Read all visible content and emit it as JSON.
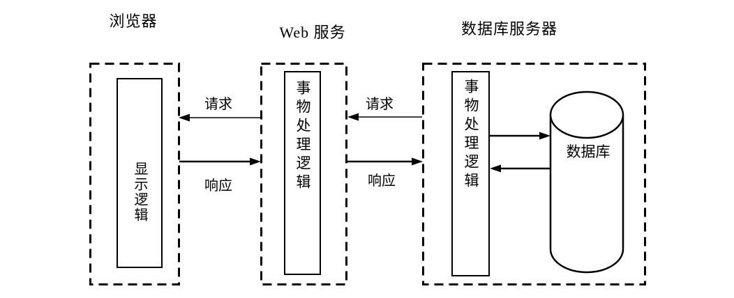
{
  "diagram": {
    "background": "#ffffff",
    "line_color": "#000000",
    "tiers": [
      {
        "title": "浏览器",
        "box_label": "显示逻辑"
      },
      {
        "title": "Web 服务",
        "box_label": "事物处理逻辑"
      },
      {
        "title": "数据库服务器",
        "box_label": "事物处理逻辑",
        "database_label": "数据库"
      }
    ],
    "arrows": [
      {
        "label": "请求",
        "from": "Web 服务",
        "to": "浏览器"
      },
      {
        "label": "响应",
        "from": "浏览器",
        "to": "Web 服务"
      },
      {
        "label": "请求",
        "from": "数据库服务器",
        "to": "Web 服务"
      },
      {
        "label": "响应",
        "from": "Web 服务",
        "to": "数据库服务器"
      },
      {
        "label": "",
        "from": "事物处理逻辑",
        "to": "数据库"
      },
      {
        "label": "",
        "from": "数据库",
        "to": "事物处理逻辑"
      }
    ]
  }
}
